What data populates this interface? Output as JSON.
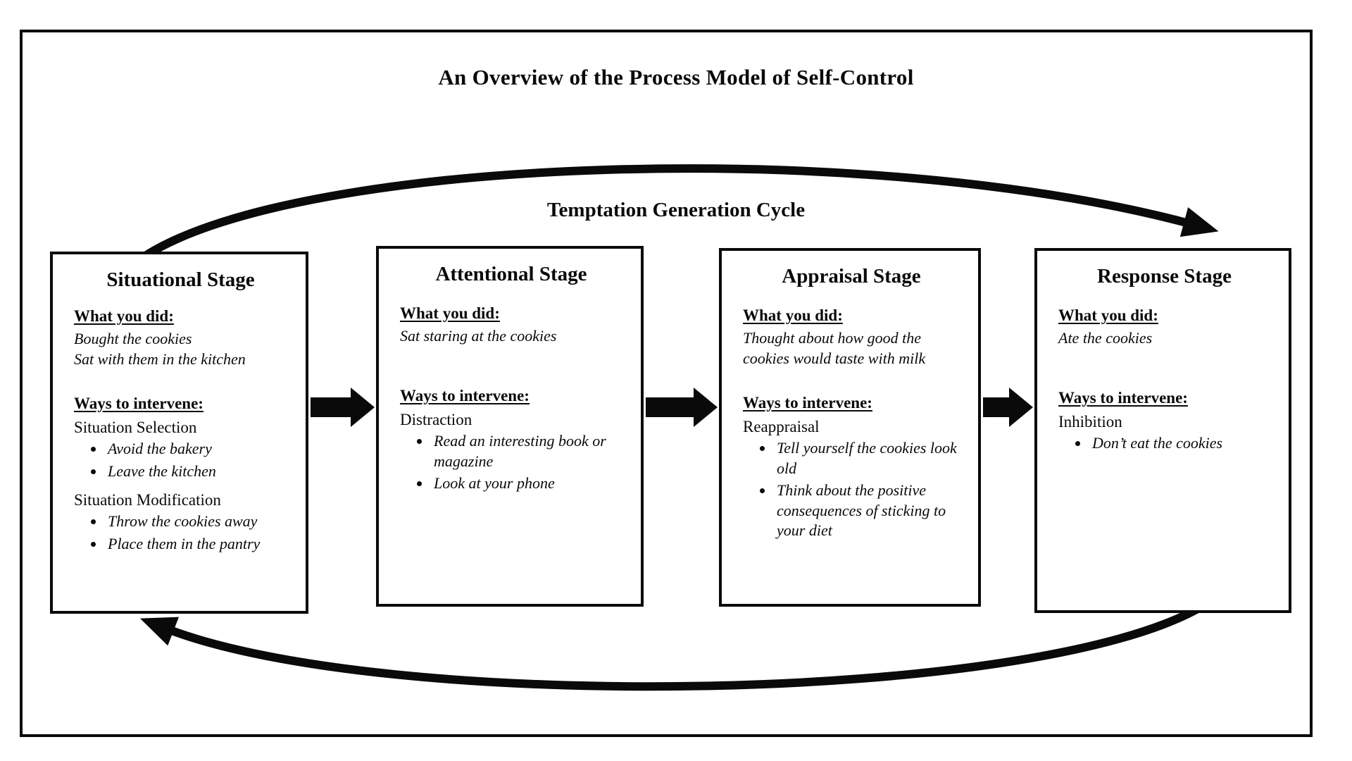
{
  "title": "An Overview of the Process Model of Self-Control",
  "cycle_label": "Temptation Generation Cycle",
  "labels": {
    "what_you_did": "What you did:",
    "ways_to_intervene": "Ways to intervene:"
  },
  "stages": [
    {
      "title": "Situational Stage",
      "what_you_did": [
        "Bought the cookies",
        "Sat with them in the kitchen"
      ],
      "interventions": [
        {
          "name": "Situation Selection",
          "bullets": [
            "Avoid the bakery",
            "Leave the kitchen"
          ]
        },
        {
          "name": "Situation Modification",
          "bullets": [
            "Throw the cookies away",
            "Place them in the pantry"
          ]
        }
      ]
    },
    {
      "title": "Attentional Stage",
      "what_you_did": [
        "Sat staring at the cookies"
      ],
      "interventions": [
        {
          "name": "Distraction",
          "bullets": [
            "Read an interesting book or magazine",
            "Look at your phone"
          ]
        }
      ]
    },
    {
      "title": "Appraisal Stage",
      "what_you_did": [
        "Thought about how good the cookies would taste with milk"
      ],
      "interventions": [
        {
          "name": "Reappraisal",
          "bullets": [
            "Tell yourself the cookies look old",
            "Think about the positive consequences of sticking to your diet"
          ]
        }
      ]
    },
    {
      "title": "Response Stage",
      "what_you_did": [
        "Ate the cookies"
      ],
      "interventions": [
        {
          "name": "Inhibition",
          "bullets": [
            "Don’t eat the cookies"
          ]
        }
      ]
    }
  ],
  "colors": {
    "ink": "#0a0a0a",
    "background": "#ffffff"
  }
}
